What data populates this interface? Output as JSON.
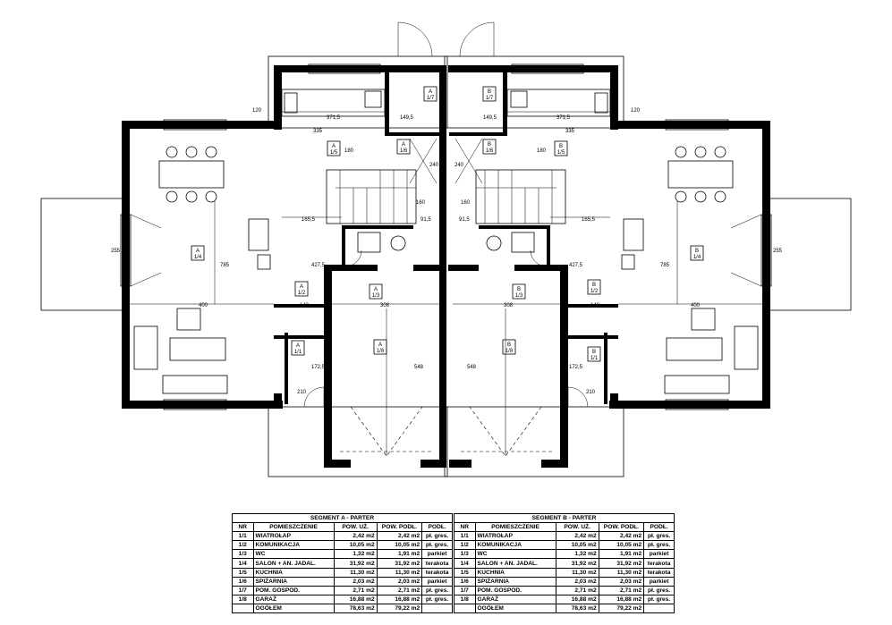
{
  "plan": {
    "rooms_a": [
      {
        "seg": "A",
        "num": "1/1"
      },
      {
        "seg": "A",
        "num": "1/2"
      },
      {
        "seg": "A",
        "num": "1/3"
      },
      {
        "seg": "A",
        "num": "1/4"
      },
      {
        "seg": "A",
        "num": "1/5"
      },
      {
        "seg": "A",
        "num": "1/6"
      },
      {
        "seg": "A",
        "num": "1/7"
      },
      {
        "seg": "A",
        "num": "1/8"
      }
    ],
    "rooms_b": [
      {
        "seg": "B",
        "num": "1/1"
      },
      {
        "seg": "B",
        "num": "1/2"
      },
      {
        "seg": "B",
        "num": "1/3"
      },
      {
        "seg": "B",
        "num": "1/4"
      },
      {
        "seg": "B",
        "num": "1/5"
      },
      {
        "seg": "B",
        "num": "1/6"
      },
      {
        "seg": "B",
        "num": "1/7"
      },
      {
        "seg": "B",
        "num": "1/8"
      }
    ],
    "dimensions": {
      "d_371_5": "371,5",
      "d_149_5": "149,5",
      "d_165_5": "165,5",
      "d_91_5": "91,5",
      "d_400": "400",
      "d_140": "140",
      "d_308": "308",
      "d_548": "548",
      "d_785": "785",
      "d_172_5": "172,5",
      "d_427_5": "427,5",
      "d_335": "335",
      "d_240": "240",
      "d_120": "120",
      "d_160": "160",
      "d_255": "255",
      "d_180": "180",
      "d_210": "210"
    }
  },
  "tables": [
    {
      "title": "SEGMENT A - PARTER",
      "headers": [
        "NR",
        "POMIESZCZENIE",
        "POW. UŻ.",
        "POW. PODŁ.",
        "PODŁ."
      ],
      "rows": [
        [
          "1/1",
          "WIATROŁAP",
          "2,42 m2",
          "2,42 m2",
          "pł. gres."
        ],
        [
          "1/2",
          "KOMUNIKACJA",
          "10,05 m2",
          "10,05 m2",
          "pł. gres."
        ],
        [
          "1/3",
          "WC",
          "1,32 m2",
          "1,91 m2",
          "parkiet"
        ],
        [
          "1/4",
          "SALON + AN. JADAL.",
          "31,92 m2",
          "31,92 m2",
          "terakota"
        ],
        [
          "1/5",
          "KUCHNIA",
          "11,30 m2",
          "11,30 m2",
          "terakota"
        ],
        [
          "1/6",
          "SPIŻARNIA",
          "2,03 m2",
          "2,03 m2",
          "parkiet"
        ],
        [
          "1/7",
          "POM. GOSPOD.",
          "2,71 m2",
          "2,71 m2",
          "pł. gres."
        ],
        [
          "1/8",
          "GARAŻ",
          "16,88 m2",
          "16,88 m2",
          "pł. gres."
        ]
      ],
      "total": [
        "OGÓŁEM",
        "78,63 m2",
        "79,22 m2"
      ]
    },
    {
      "title": "SEGMENT B - PARTER",
      "headers": [
        "NR",
        "POMIESZCZENIE",
        "POW. UŻ.",
        "POW. PODŁ.",
        "PODŁ."
      ],
      "rows": [
        [
          "1/1",
          "WIATROŁAP",
          "2,42 m2",
          "2,42 m2",
          "pł. gres."
        ],
        [
          "1/2",
          "KOMUNIKACJA",
          "10,05 m2",
          "10,05 m2",
          "pł. gres."
        ],
        [
          "1/3",
          "WC",
          "1,32 m2",
          "1,91 m2",
          "parkiet"
        ],
        [
          "1/4",
          "SALON + AN. JADAL.",
          "31,92 m2",
          "31,92 m2",
          "terakota"
        ],
        [
          "1/5",
          "KUCHNIA",
          "11,30 m2",
          "11,30 m2",
          "terakota"
        ],
        [
          "1/6",
          "SPIŻARNIA",
          "2,03 m2",
          "2,03 m2",
          "parkiet"
        ],
        [
          "1/7",
          "POM. GOSPOD.",
          "2,71 m2",
          "2,71 m2",
          "pł. gres."
        ],
        [
          "1/8",
          "GARAŻ",
          "16,88 m2",
          "16,88 m2",
          "pł. gres."
        ]
      ],
      "total": [
        "OGÓŁEM",
        "78,63 m2",
        "79,22 m2"
      ]
    }
  ]
}
